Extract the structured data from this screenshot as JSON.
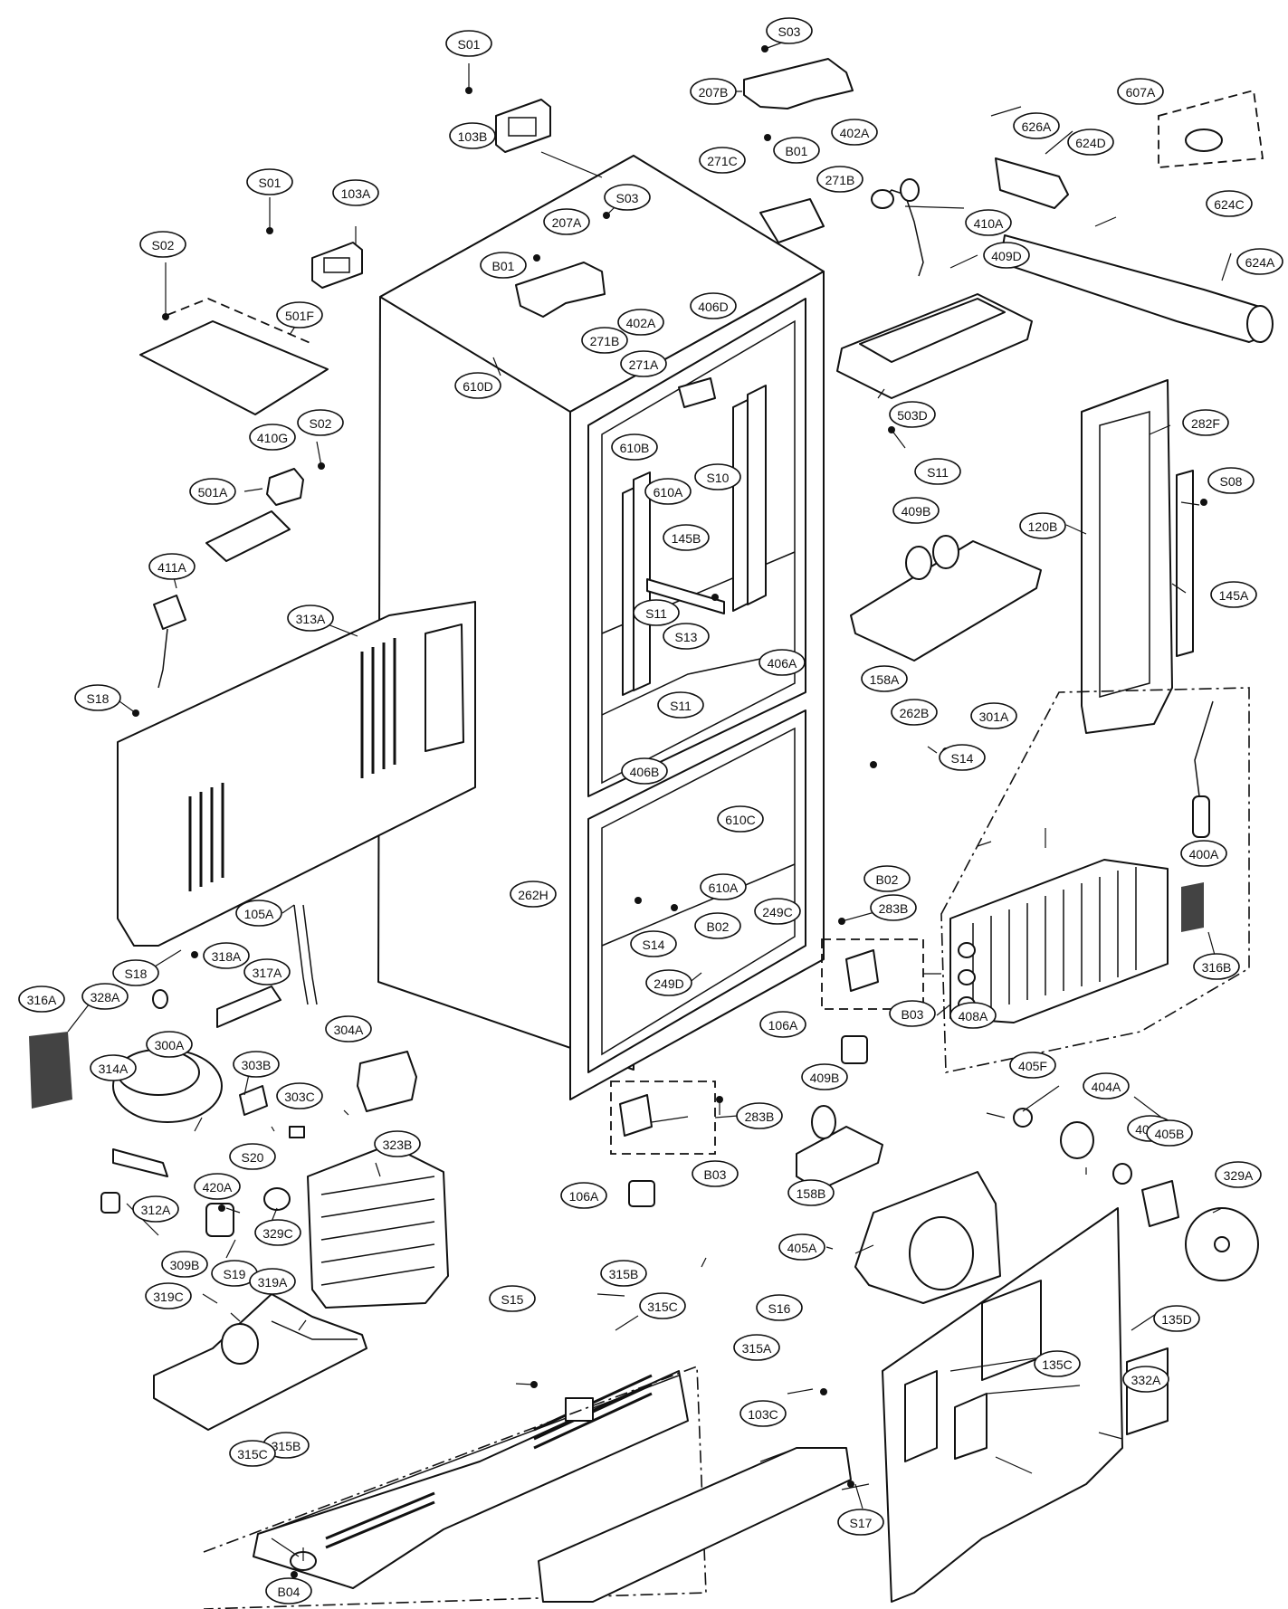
{
  "diagram": {
    "callouts": [
      {
        "id": "S01"
      },
      {
        "id": "S03"
      },
      {
        "id": "207B"
      },
      {
        "id": "402A"
      },
      {
        "id": "607A"
      },
      {
        "id": "103B"
      },
      {
        "id": "B01"
      },
      {
        "id": "271C"
      },
      {
        "id": "271B"
      },
      {
        "id": "626A"
      },
      {
        "id": "624D"
      },
      {
        "id": "S01"
      },
      {
        "id": "103A"
      },
      {
        "id": "S03"
      },
      {
        "id": "207A"
      },
      {
        "id": "B01"
      },
      {
        "id": "410A"
      },
      {
        "id": "624C"
      },
      {
        "id": "S02"
      },
      {
        "id": "409D"
      },
      {
        "id": "406D"
      },
      {
        "id": "402A"
      },
      {
        "id": "624A"
      },
      {
        "id": "501F"
      },
      {
        "id": "271B"
      },
      {
        "id": "271A"
      },
      {
        "id": "610D"
      },
      {
        "id": "503D"
      },
      {
        "id": "S02"
      },
      {
        "id": "610B"
      },
      {
        "id": "410G"
      },
      {
        "id": "S10"
      },
      {
        "id": "282F"
      },
      {
        "id": "S11"
      },
      {
        "id": "610A"
      },
      {
        "id": "S08"
      },
      {
        "id": "501A"
      },
      {
        "id": "409B"
      },
      {
        "id": "120B"
      },
      {
        "id": "145B"
      },
      {
        "id": "411A"
      },
      {
        "id": "145A"
      },
      {
        "id": "313A"
      },
      {
        "id": "S11"
      },
      {
        "id": "S13"
      },
      {
        "id": "406A"
      },
      {
        "id": "158A"
      },
      {
        "id": "S11"
      },
      {
        "id": "S18"
      },
      {
        "id": "262B"
      },
      {
        "id": "S14"
      },
      {
        "id": "301A"
      },
      {
        "id": "406B"
      },
      {
        "id": "610C"
      },
      {
        "id": "B02"
      },
      {
        "id": "400A"
      },
      {
        "id": "610A"
      },
      {
        "id": "262H"
      },
      {
        "id": "249C"
      },
      {
        "id": "283B"
      },
      {
        "id": "B02"
      },
      {
        "id": "105A"
      },
      {
        "id": "S14"
      },
      {
        "id": "316B"
      },
      {
        "id": "S18"
      },
      {
        "id": "318A"
      },
      {
        "id": "317A"
      },
      {
        "id": "249D"
      },
      {
        "id": "316A"
      },
      {
        "id": "328A"
      },
      {
        "id": "106A"
      },
      {
        "id": "B03"
      },
      {
        "id": "408A"
      },
      {
        "id": "304A"
      },
      {
        "id": "300A"
      },
      {
        "id": "314A"
      },
      {
        "id": "303B"
      },
      {
        "id": "409B"
      },
      {
        "id": "405F"
      },
      {
        "id": "404A"
      },
      {
        "id": "283B"
      },
      {
        "id": "303C"
      },
      {
        "id": "405C"
      },
      {
        "id": "405B"
      },
      {
        "id": "323B"
      },
      {
        "id": "S20"
      },
      {
        "id": "B03"
      },
      {
        "id": "329A"
      },
      {
        "id": "420A"
      },
      {
        "id": "106A"
      },
      {
        "id": "158B"
      },
      {
        "id": "312A"
      },
      {
        "id": "329C"
      },
      {
        "id": "405A"
      },
      {
        "id": "309B"
      },
      {
        "id": "S19"
      },
      {
        "id": "315B"
      },
      {
        "id": "319C"
      },
      {
        "id": "319A"
      },
      {
        "id": "S15"
      },
      {
        "id": "315C"
      },
      {
        "id": "S16"
      },
      {
        "id": "135D"
      },
      {
        "id": "315A"
      },
      {
        "id": "135C"
      },
      {
        "id": "332A"
      },
      {
        "id": "103C"
      },
      {
        "id": "315B"
      },
      {
        "id": "315C"
      },
      {
        "id": "S17"
      },
      {
        "id": "B04"
      }
    ]
  }
}
